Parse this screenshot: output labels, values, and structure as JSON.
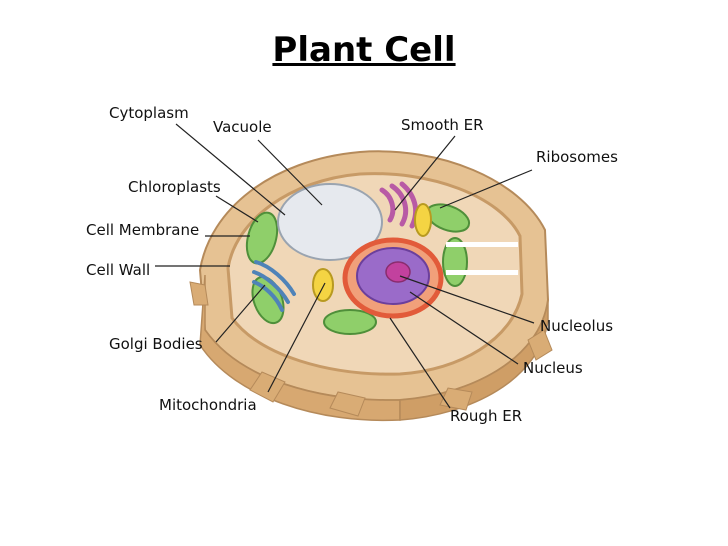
{
  "title": "Plant Cell",
  "labels": {
    "cytoplasm": "Cytoplasm",
    "vacuole": "Vacuole",
    "smooth_er": "Smooth ER",
    "ribosomes": "Ribosomes",
    "chloroplasts": "Chloroplasts",
    "cell_membrane": "Cell Membrane",
    "cell_wall": "Cell Wall",
    "golgi_bodies": "Golgi Bodies",
    "mitochondria": "Mitochondria",
    "nucleolus": "Nucleolus",
    "nucleus": "Nucleus",
    "rough_er": "Rough ER"
  },
  "colors": {
    "cell_wall": "#e9c69a",
    "cytoplasm": "#f2dcc0",
    "vacuole": "#e6e9ee",
    "chloroplast": "#8fcf6a",
    "nucleus": "#9a6bc9",
    "nucleolus": "#c2419e",
    "mitochondria": "#f4d443",
    "golgi": "#4f83b8",
    "smooth_er": "#b85aa5",
    "rough_er": "#e25b3a"
  }
}
